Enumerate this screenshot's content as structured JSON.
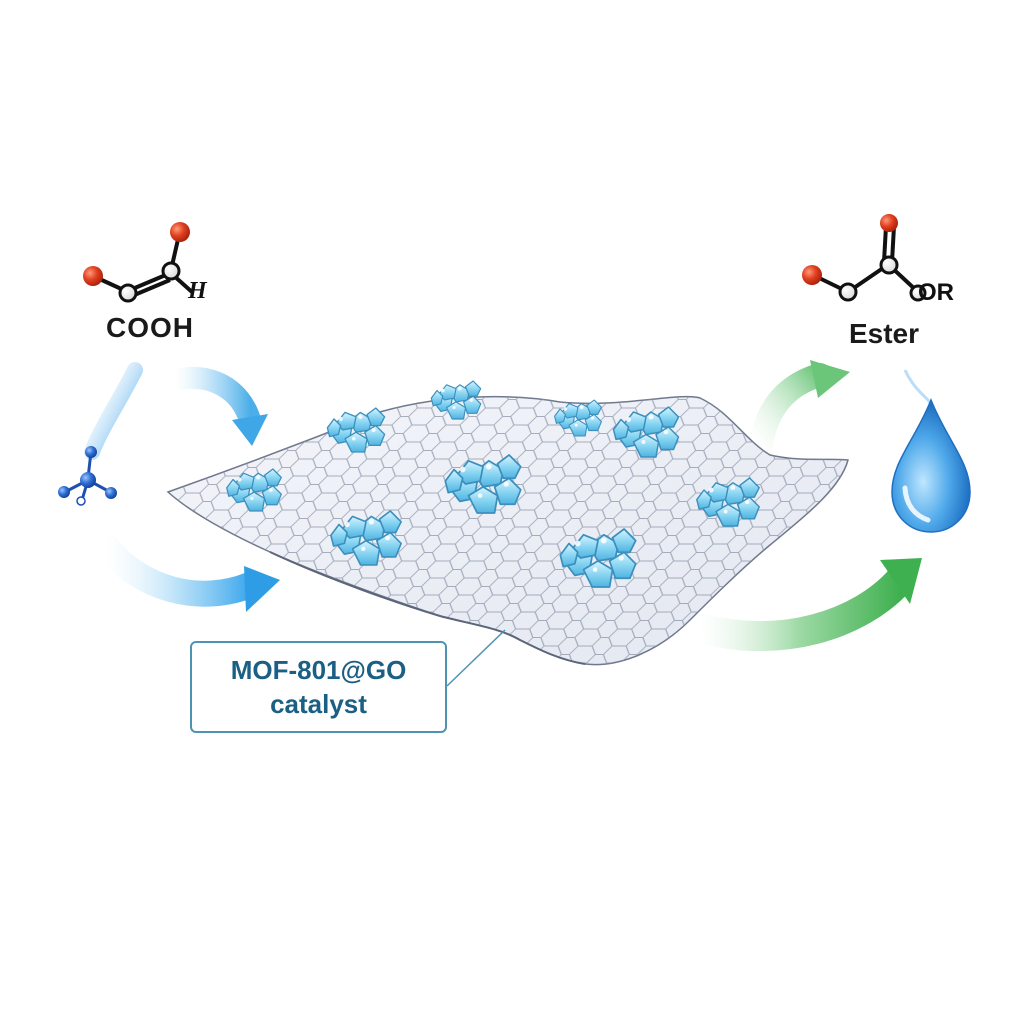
{
  "reactant": {
    "name_label": "COOH",
    "hydrogen_label": "H"
  },
  "product": {
    "name_label": "Ester",
    "group_label": "OR"
  },
  "catalyst": {
    "line1": "MOF-801@GO",
    "line2": "catalyst"
  },
  "colors": {
    "oxygen_red": "#d9361c",
    "bond_black": "#111111",
    "molecule_blue": "#2f6fd6",
    "inflow_arrow_blue": "#4aaee8",
    "outflow_arrow_green": "#49b75a",
    "mof_crystal": "#7fd0f0",
    "graphene_line": "#7d8597",
    "water_drop": "#3f9fe0",
    "callout_border": "#4f93b3",
    "callout_text": "#1b5f85"
  },
  "icons": {
    "reactant_molecule": "carboxylic-acid-molecule-icon",
    "alcohol_molecule": "alcohol-molecule-icon",
    "product_molecule": "ester-molecule-icon",
    "byproduct": "water-drop-icon",
    "support": "graphene-oxide-sheet",
    "clusters": "mof-crystal-cluster"
  }
}
